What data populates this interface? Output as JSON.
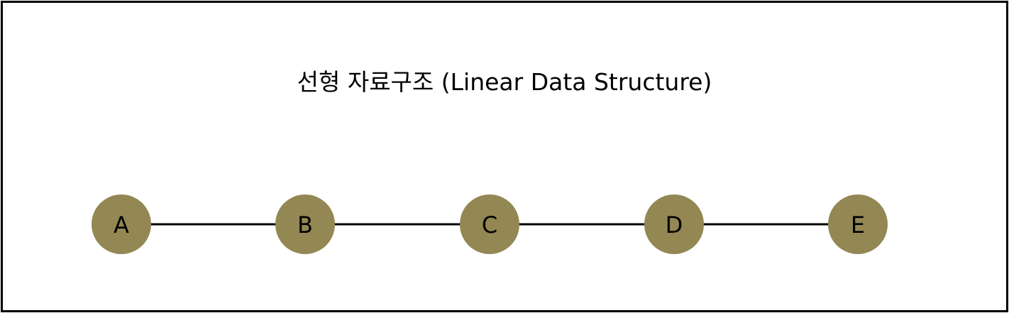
{
  "diagram": {
    "title": "선형 자료구조 (Linear Data Structure)",
    "node_color": "#938753",
    "edge_color": "#000000",
    "label_color": "#000000",
    "nodes": [
      {
        "id": "A",
        "label": "A"
      },
      {
        "id": "B",
        "label": "B"
      },
      {
        "id": "C",
        "label": "C"
      },
      {
        "id": "D",
        "label": "D"
      },
      {
        "id": "E",
        "label": "E"
      }
    ],
    "edges": [
      {
        "from": "A",
        "to": "B"
      },
      {
        "from": "B",
        "to": "C"
      },
      {
        "from": "C",
        "to": "D"
      },
      {
        "from": "D",
        "to": "E"
      }
    ]
  }
}
